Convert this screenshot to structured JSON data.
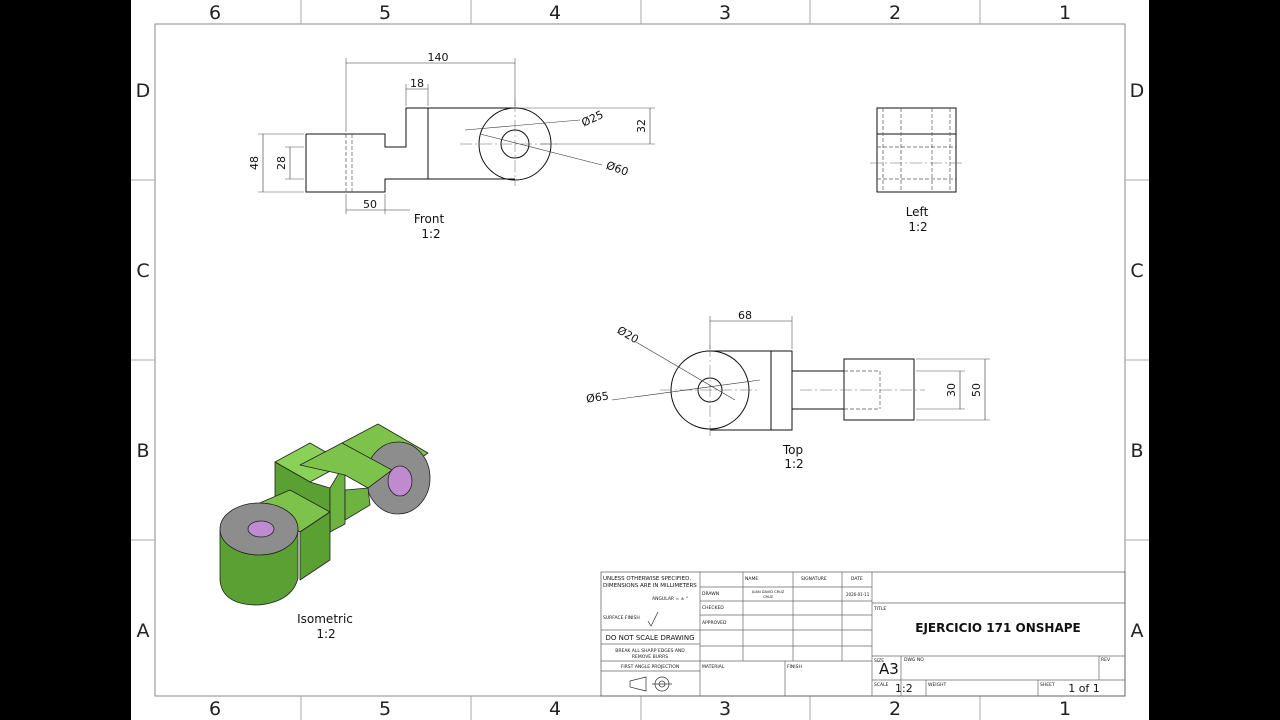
{
  "sheet": {
    "zones_columns": [
      "6",
      "5",
      "4",
      "3",
      "2",
      "1"
    ],
    "zones_rows": [
      "D",
      "C",
      "B",
      "A"
    ]
  },
  "views": {
    "front": {
      "name": "Front",
      "scale": "1:2",
      "dims": [
        "140",
        "18",
        "48",
        "28",
        "50",
        "32",
        "Ø25",
        "Ø60"
      ]
    },
    "left": {
      "name": "Left",
      "scale": "1:2"
    },
    "top": {
      "name": "Top",
      "scale": "1:2",
      "dims": [
        "68",
        "30",
        "50",
        "Ø20",
        "Ø65"
      ]
    },
    "isometric": {
      "name": "Isometric",
      "scale": "1:2"
    }
  },
  "colors": {
    "body": "#6db33f",
    "face": "#8d8d8d",
    "bore": "#c08ad0"
  },
  "title_block": {
    "notes_1": "UNLESS OTHERWISE SPECIFIED,",
    "notes_2": "DIMENSIONS ARE IN MILLIMETERS",
    "angular": "ANGULAR = ± °",
    "surface_finish": "SURFACE FINISH",
    "do_not_scale": "DO NOT SCALE DRAWING",
    "break_edges_1": "BREAK ALL SHARP EDGES AND",
    "break_edges_2": "REMOVE BURRS",
    "projection": "FIRST ANGLE PROJECTION",
    "col_name": "NAME",
    "col_signature": "SIGNATURE",
    "col_date": "DATE",
    "drawn": "DRAWN",
    "drawn_name_1": "JUAN DAVID CRUZ",
    "drawn_name_2": "CRUZ",
    "drawn_date": "2026-01-11",
    "checked": "CHECKED",
    "approved": "APPROVED",
    "material": "MATERIAL",
    "finish": "FINISH",
    "title_label": "TITLE",
    "title": "EJERCICIO 171 ONSHAPE",
    "size_label": "SIZE",
    "size": "A3",
    "dwg_label": "DWG NO",
    "rev_label": "REV",
    "scale_label": "SCALE",
    "scale": "1:2",
    "weight_label": "WEIGHT",
    "sheet_label": "SHEET",
    "sheet": "1 of 1"
  }
}
